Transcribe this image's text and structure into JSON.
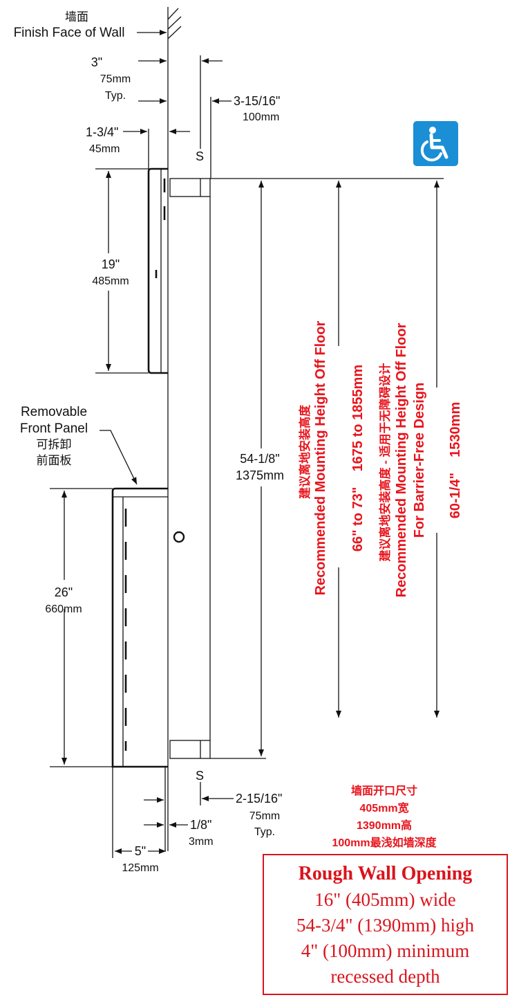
{
  "wall": {
    "label_cn": "墙面",
    "label_en": "Finish Face of Wall"
  },
  "dims": {
    "d3_in": "3\"",
    "d3_mm": "75mm",
    "d3_typ": "Typ.",
    "d3_15_16_in": "3-15/16\"",
    "d3_15_16_mm": "100mm",
    "d1_3_4_in": "1-3/4\"",
    "d1_3_4_mm": "45mm",
    "d19_in": "19\"",
    "d19_mm": "485mm",
    "d26_in": "26\"",
    "d26_mm": "660mm",
    "d54_in": "54-1/8\"",
    "d54_mm": "1375mm",
    "d2_15_16_in": "2-15/16\"",
    "d2_15_16_mm": "75mm",
    "d2_15_16_typ": "Typ.",
    "d1_8_in": "1/8\"",
    "d1_8_mm": "3mm",
    "d5_in": "5\"",
    "d5_mm": "125mm"
  },
  "stud_mark": "S",
  "panel": {
    "line1": "Removable",
    "line2": "Front Panel",
    "cn1": "可拆卸",
    "cn2": "前面板"
  },
  "mounting": {
    "cn1": "建议离地安装高度",
    "en1": "Recommended Mounting Height Off Floor",
    "range": "66\" to 73\"    1675 to 1855mm",
    "cn2": "建议离地安装高度 - 适用于无障碍设计",
    "en2a": "Recommended Mounting Height Off Floor",
    "en2b": "For Barrier-Free Design",
    "bf": "60-1/4\"    1530mm"
  },
  "opening_cn": {
    "l1": "墙面开口尺寸",
    "l2": "405mm宽",
    "l3": "1390mm高",
    "l4": "100mm最浅如墙深度"
  },
  "rough": {
    "title": "Rough Wall Opening",
    "l1": "16\" (405mm) wide",
    "l2": "54-3/4\" (1390mm) high",
    "l3": "4\" (100mm) minimum",
    "l4": "recessed depth"
  },
  "colors": {
    "accent_red": "#e8141c",
    "access_blue": "#1a8fd6"
  },
  "icons": {
    "accessibility": "wheelchair-icon"
  }
}
